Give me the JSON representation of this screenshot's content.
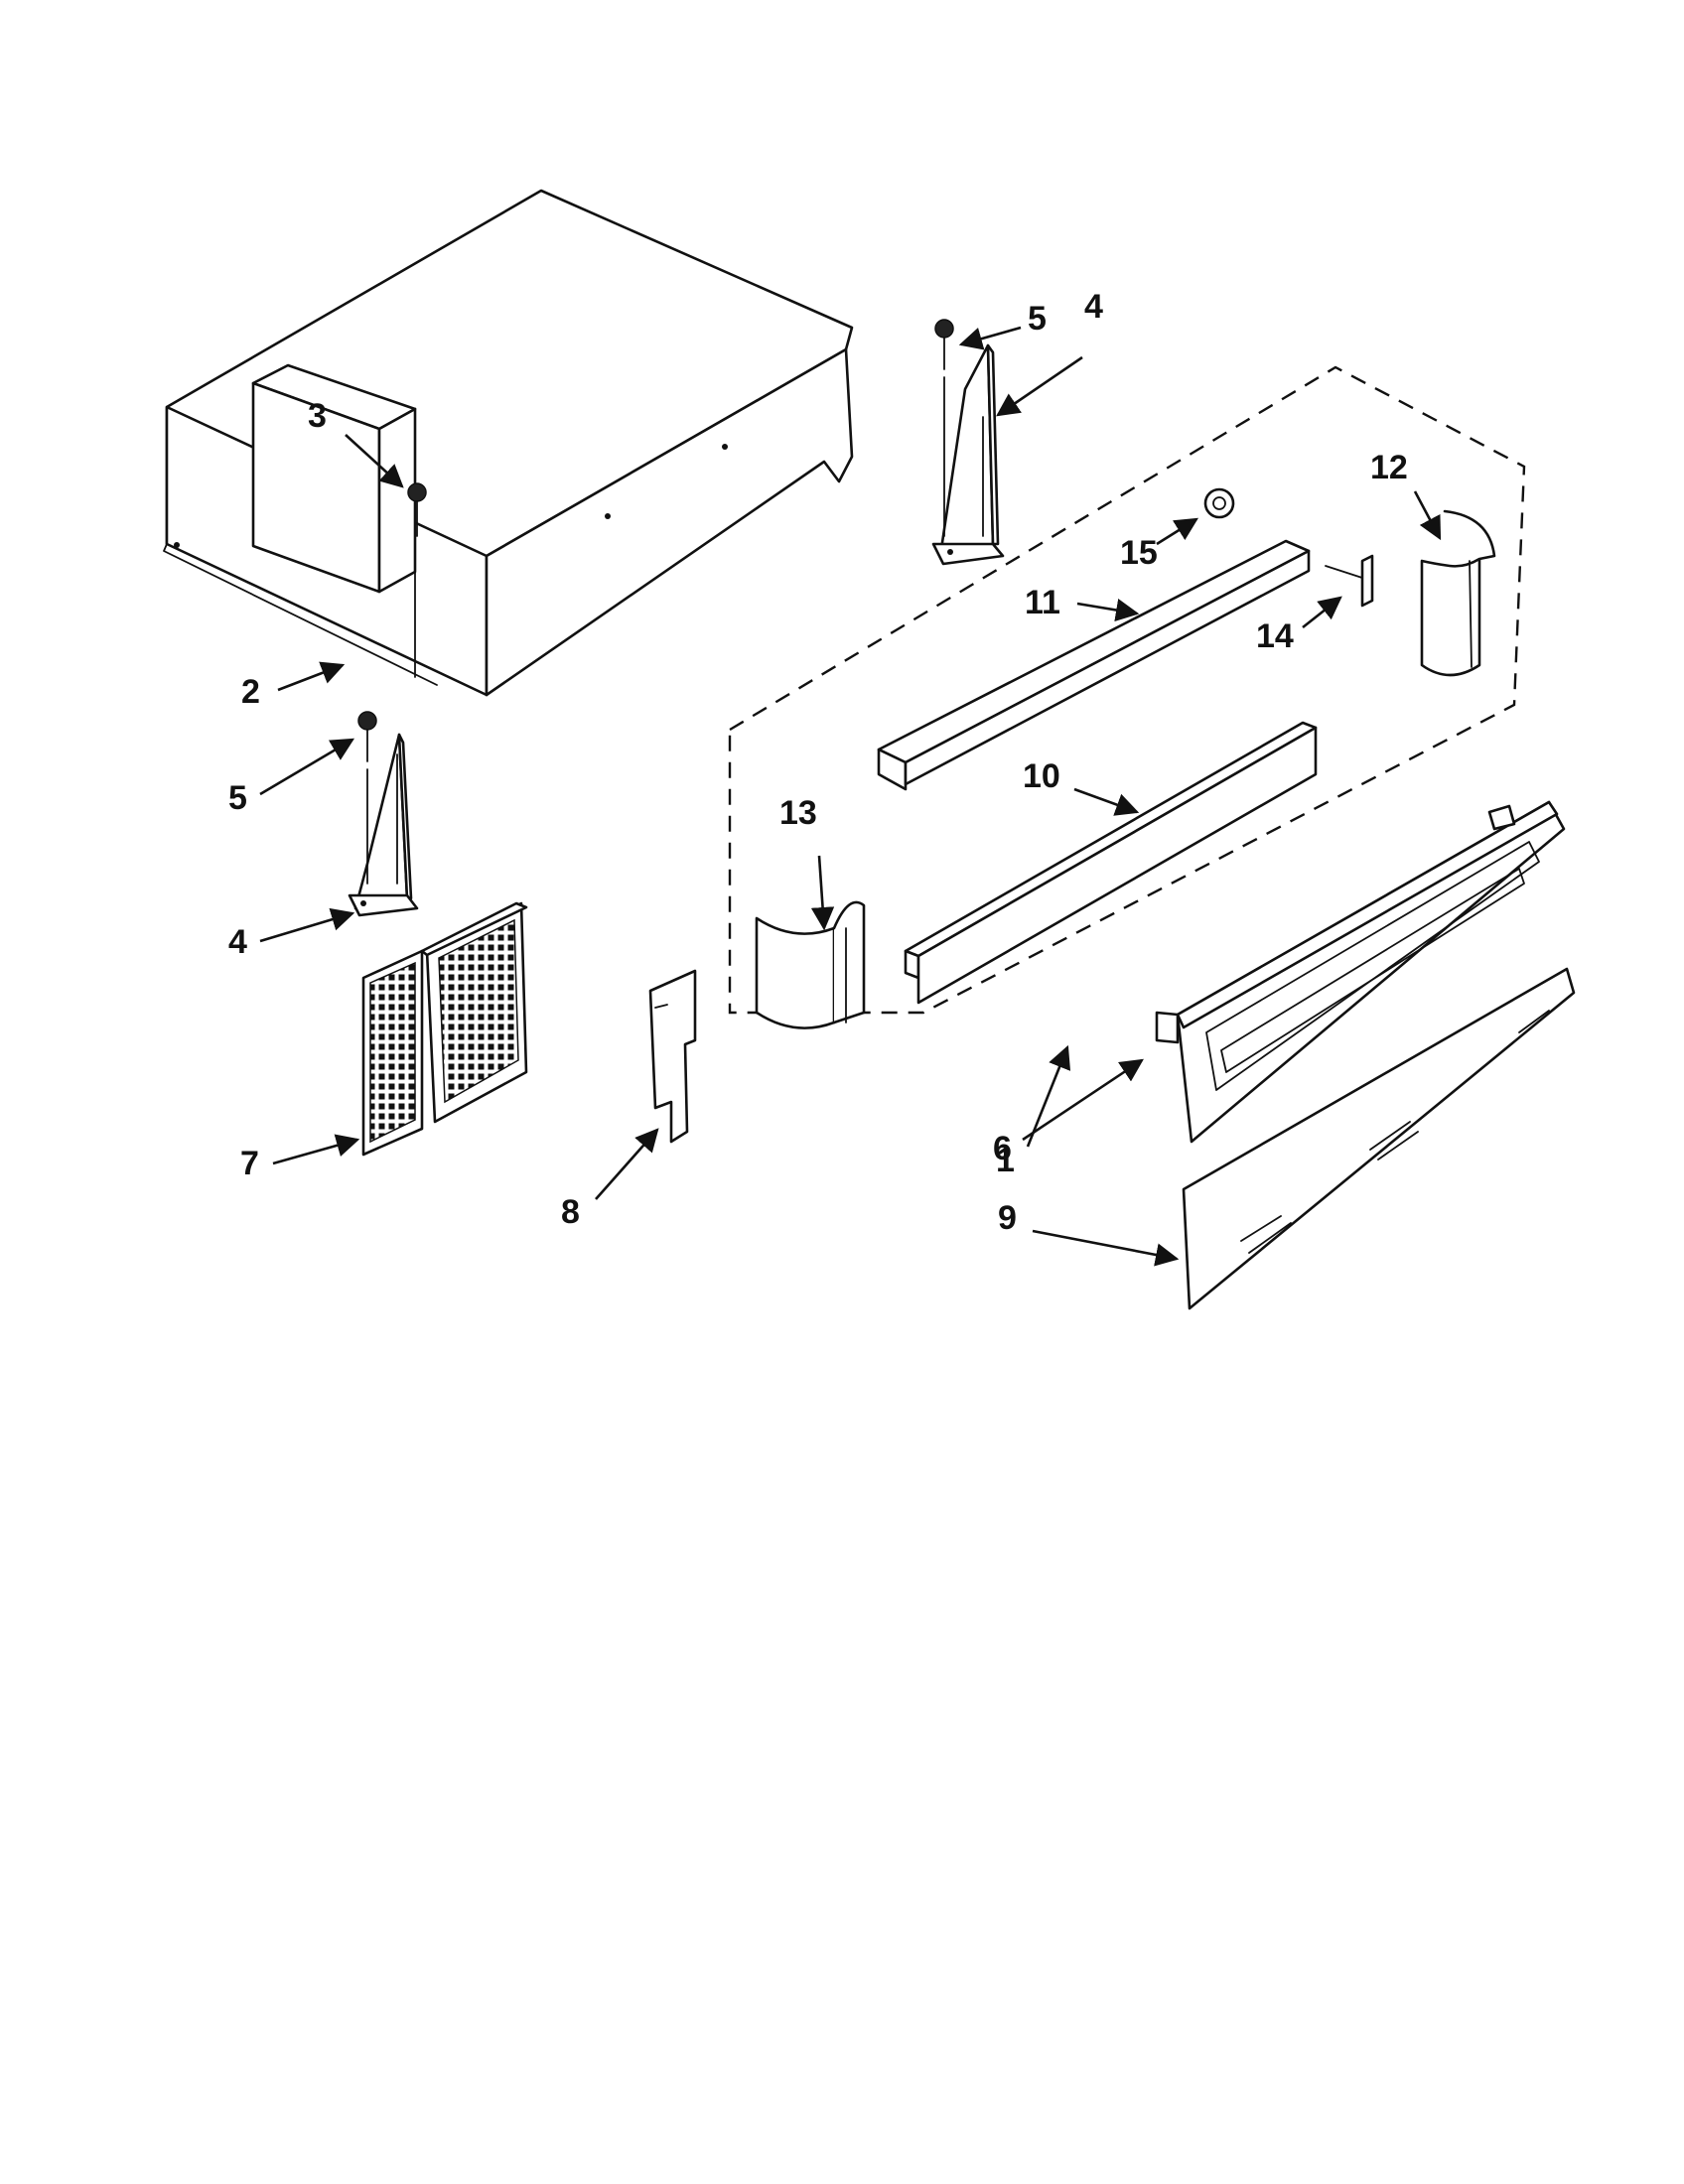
{
  "callouts": [
    {
      "id": "1",
      "label": "1"
    },
    {
      "id": "2",
      "label": "2"
    },
    {
      "id": "3",
      "label": "3"
    },
    {
      "id": "4a",
      "label": "4"
    },
    {
      "id": "4b",
      "label": "4"
    },
    {
      "id": "5a",
      "label": "5"
    },
    {
      "id": "5b",
      "label": "5"
    },
    {
      "id": "6",
      "label": "6"
    },
    {
      "id": "7",
      "label": "7"
    },
    {
      "id": "8",
      "label": "8"
    },
    {
      "id": "9",
      "label": "9"
    },
    {
      "id": "10",
      "label": "10"
    },
    {
      "id": "11",
      "label": "11"
    },
    {
      "id": "12",
      "label": "12"
    },
    {
      "id": "13",
      "label": "13"
    },
    {
      "id": "14",
      "label": "14"
    },
    {
      "id": "15",
      "label": "15"
    }
  ]
}
